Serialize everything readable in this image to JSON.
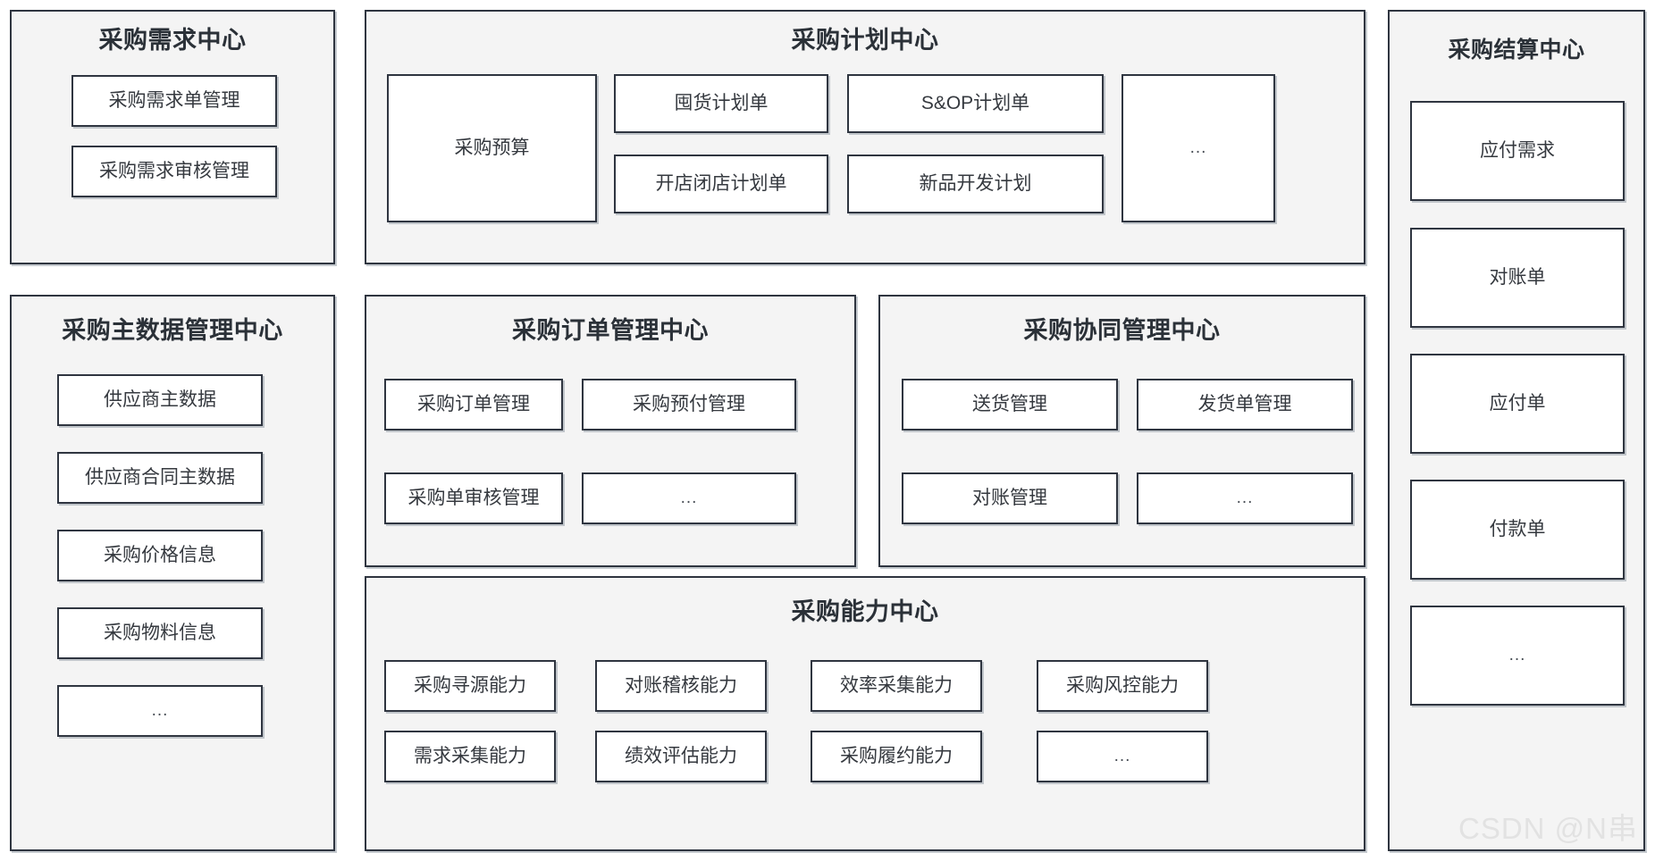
{
  "diagram": {
    "watermark": "CSDN @N串",
    "panels": [
      {
        "id": "demand",
        "title": "采购需求中心",
        "items": [
          {
            "label": "采购需求单管理"
          },
          {
            "label": "采购需求审核管理"
          }
        ]
      },
      {
        "id": "masterdata",
        "title": "采购主数据管理中心",
        "items": [
          {
            "label": "供应商主数据"
          },
          {
            "label": "供应商合同主数据"
          },
          {
            "label": "采购价格信息"
          },
          {
            "label": "采购物料信息"
          },
          {
            "label": "..."
          }
        ]
      },
      {
        "id": "plan",
        "title": "采购计划中心",
        "items": [
          {
            "label": "采购预算"
          },
          {
            "label": "囤货计划单"
          },
          {
            "label": "S&OP计划单"
          },
          {
            "label": "..."
          },
          {
            "label": "开店闭店计划单"
          },
          {
            "label": "新品开发计划"
          }
        ]
      },
      {
        "id": "order",
        "title": "采购订单管理中心",
        "items": [
          {
            "label": "采购订单管理"
          },
          {
            "label": "采购预付管理"
          },
          {
            "label": "采购单审核管理"
          },
          {
            "label": "..."
          }
        ]
      },
      {
        "id": "collab",
        "title": "采购协同管理中心",
        "items": [
          {
            "label": "送货管理"
          },
          {
            "label": "发货单管理"
          },
          {
            "label": "对账管理"
          },
          {
            "label": "..."
          }
        ]
      },
      {
        "id": "capability",
        "title": "采购能力中心",
        "items": [
          {
            "label": "采购寻源能力"
          },
          {
            "label": "对账稽核能力"
          },
          {
            "label": "效率采集能力"
          },
          {
            "label": "采购风控能力"
          },
          {
            "label": "需求采集能力"
          },
          {
            "label": "绩效评估能力"
          },
          {
            "label": "采购履约能力"
          },
          {
            "label": "..."
          }
        ]
      },
      {
        "id": "settlement",
        "title": "采购结算中心",
        "items": [
          {
            "label": "应付需求"
          },
          {
            "label": "对账单"
          },
          {
            "label": "应付单"
          },
          {
            "label": "付款单"
          },
          {
            "label": "..."
          }
        ]
      }
    ]
  },
  "colors": {
    "panel_fill": "#f4f4f4",
    "box_fill": "#ffffff",
    "border": "#2f3540",
    "text": "#2b3138",
    "watermark": "#e2e2e2"
  }
}
